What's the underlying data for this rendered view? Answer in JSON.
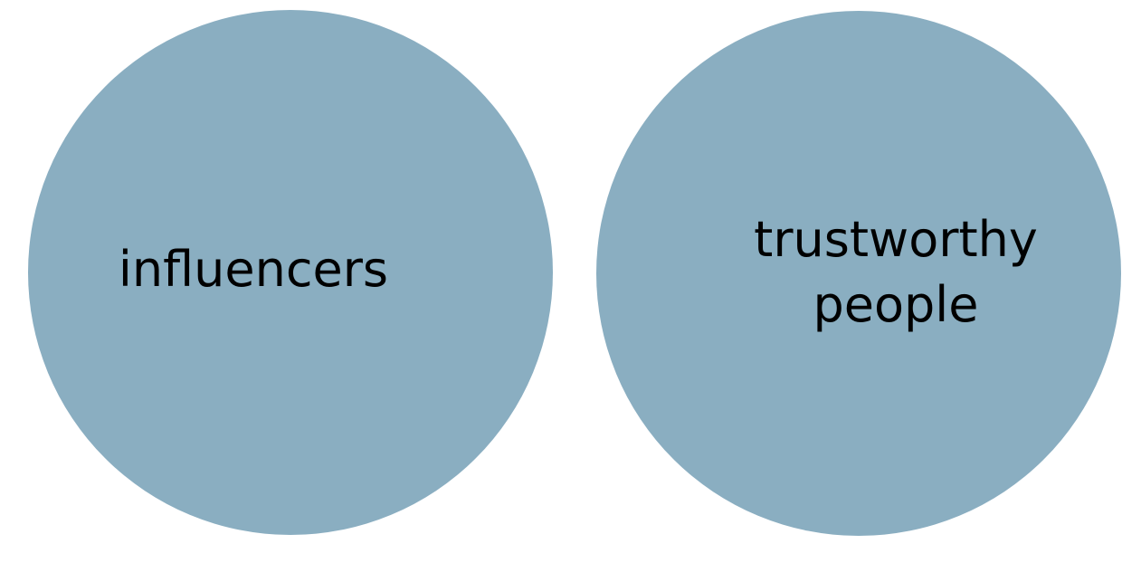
{
  "colors": {
    "background": "#ffffff",
    "circle_fill": "#8aaec1",
    "text": "#000000"
  },
  "circles": [
    {
      "label_lines": [
        "influencers"
      ]
    },
    {
      "label_lines": [
        "trustworthy",
        "people"
      ]
    }
  ]
}
